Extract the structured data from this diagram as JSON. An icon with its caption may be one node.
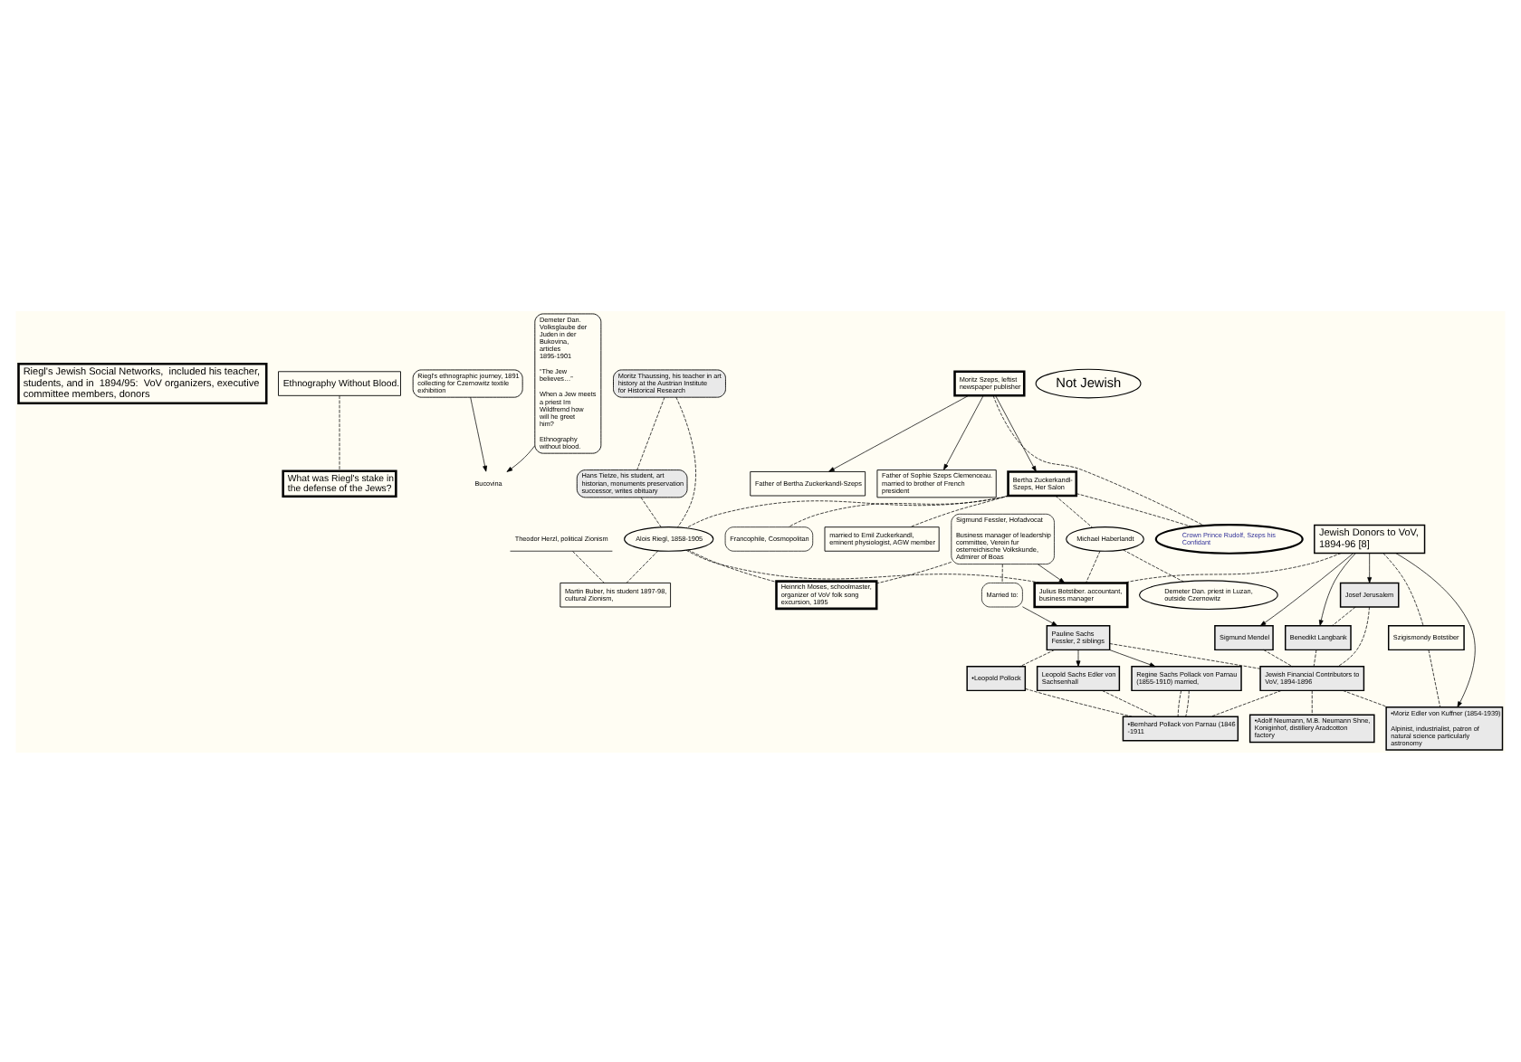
{
  "diagram": {
    "nodes": [
      {
        "text": [
          "Riegl's Jewish Social Networks,  included his teacher, students, and in  1894/95:  VoV organizers, executive committee members, donors"
        ]
      },
      {
        "text": [
          "What was Riegl's stake in the defense of the Jews?"
        ]
      },
      {
        "text": [
          "Ethnography Without Blood."
        ]
      },
      {
        "text": [
          "Riegl's ethnographic journey, 1891 collecting for Czernowitz textile exhibition"
        ]
      },
      {
        "text": [
          "Bucovina"
        ]
      },
      {
        "text": [
          "Demeter Dan. Volksglaube der Juden in der Bukovina, articles 1895-1901",
          "“The Jew believes…”",
          "When a Jew meets a priest Im Wildfremd how will he greet him?",
          "Ethnography without blood."
        ]
      },
      {
        "text": [
          "Theodor Herzl, political Zionism"
        ]
      },
      {
        "text": [
          "Moritz Thaussing, his teacher in art history at the Austrian Institute for Historical Research"
        ]
      },
      {
        "text": [
          "Hans Tietze, his student, art historian, monuments preservation successor, writes obituary"
        ]
      },
      {
        "text": [
          "Alois Riegl, 1858-1905"
        ]
      },
      {
        "text": [
          "Martin Buber, his student 1897-98, cultural Zionism,"
        ]
      },
      {
        "text": [
          "Michael Haberlandt"
        ]
      },
      {
        "text": [
          "Demeter Dan. priest in Luzan, outside Czernowitz"
        ]
      },
      {
        "text": [
          "Moritz Szeps, leftist newspaper publisher"
        ]
      },
      {
        "text": [
          "Crown Prince Rudolf, Szeps his Confidant"
        ]
      },
      {
        "text": [
          "Father of Bertha Zuckerkandl-Szeps"
        ]
      },
      {
        "text": [
          "Father of Sophie Szeps Clemenceau. married to brother of French president"
        ]
      },
      {
        "text": [
          "Bertha Zuckerkandl-Szeps, Her Salon"
        ]
      },
      {
        "text": [
          "married to Emil Zuckerkandl, eminent physiologist, AGW member"
        ]
      },
      {
        "text": [
          "Francophile, Cosmopolitan"
        ]
      },
      {
        "text": [
          "Sigmund Fessler, Hofadvocat",
          "Business manager of leadership committee, Verein fur osterreichische Volkskunde, Admirer of Boas"
        ]
      },
      {
        "text": [
          "Heinrich Moses, schoolmaster, organizer of VoV folk song excursion, 1895"
        ]
      },
      {
        "text": [
          "Julius Botstiber. accountant, business manager"
        ]
      },
      {
        "text": [
          "Married to:"
        ]
      },
      {
        "text": [
          "Jewish Donors to VoV, 1894-96 [8]"
        ]
      },
      {
        "text": [
          "Sigmund Mendel"
        ]
      },
      {
        "text": [
          "Josef Jerusalem"
        ]
      },
      {
        "text": [
          "Benedikt Langbank"
        ]
      },
      {
        "text": [
          "Jewish Financial Contributors to VoV, 1894-1896"
        ]
      },
      {
        "text": [
          "Szigismondy Botstiber"
        ]
      },
      {
        "text": [
          "•Moriz Edler von Kuffner (1854-1939)",
          "Alpinist, industrialist, patron of natural science particularly astronomy"
        ]
      },
      {
        "text": [
          "•Adolf Neumann, M.B. Neumann Shne, Koniginhof, distillery Aradcotton factory"
        ]
      },
      {
        "text": [
          "Pauline Sachs Fessler, 2 siblings"
        ]
      },
      {
        "text": [
          "Leopold Sachs Edler von Sachsenhall"
        ]
      },
      {
        "text": [
          "Regine Sachs Pollack von Parnau (1855-1910) married,"
        ]
      },
      {
        "text": [
          "•Leopold Pollock"
        ]
      },
      {
        "text": [
          "•Bernhard Pollack von Parnau (1846 -1911"
        ]
      },
      {
        "text": [
          "Not Jewish"
        ]
      }
    ],
    "edges": [
      {
        "from": 2,
        "to": 1,
        "arrow": "none",
        "style": "dashed"
      },
      {
        "from": 3,
        "to": 4,
        "arrow": "to"
      },
      {
        "from": 5,
        "to": 4,
        "arrow": "to"
      },
      {
        "from": 6,
        "to": 10,
        "arrow": "none",
        "style": "dashed"
      },
      {
        "from": 7,
        "to": 8,
        "arrow": "none",
        "style": "dashed"
      },
      {
        "from": 7,
        "to": 9,
        "arrow": "none",
        "style": "dashed"
      },
      {
        "from": 8,
        "to": 9,
        "arrow": "none",
        "style": "dashed"
      },
      {
        "from": 17,
        "to": 9,
        "arrow": "none",
        "style": "dashed"
      },
      {
        "from": 9,
        "to": 10,
        "arrow": "none",
        "style": "dashed"
      },
      {
        "from": 9,
        "to": 21,
        "arrow": "none",
        "style": "dashed"
      },
      {
        "from": 9,
        "to": 22,
        "arrow": "none",
        "style": "dashed"
      },
      {
        "from": 17,
        "to": 11,
        "arrow": "none",
        "style": "dashed"
      },
      {
        "from": 11,
        "to": 22,
        "arrow": "none",
        "style": "dashed"
      },
      {
        "from": 11,
        "to": 12,
        "arrow": "none",
        "style": "dashed"
      },
      {
        "from": 13,
        "to": 14,
        "arrow": "none",
        "style": "dashed"
      },
      {
        "from": 13,
        "to": 15,
        "arrow": "to"
      },
      {
        "from": 13,
        "to": 16,
        "arrow": "to"
      },
      {
        "from": 13,
        "to": 17,
        "arrow": "to"
      },
      {
        "from": 17,
        "to": 14,
        "arrow": "none",
        "style": "dashed"
      },
      {
        "from": 17,
        "to": 18,
        "arrow": "none",
        "style": "dashed"
      },
      {
        "from": 17,
        "to": 19,
        "arrow": "none",
        "style": "dashed"
      },
      {
        "from": 20,
        "to": 21,
        "arrow": "none",
        "style": "dashed"
      },
      {
        "from": 20,
        "to": 22,
        "arrow": "to"
      },
      {
        "from": 20,
        "to": 23,
        "arrow": "none",
        "style": "dashed"
      },
      {
        "from": 23,
        "to": 32,
        "arrow": "to"
      },
      {
        "from": 24,
        "to": 22,
        "arrow": "none",
        "style": "dashed"
      },
      {
        "from": 24,
        "to": 25,
        "arrow": "to"
      },
      {
        "from": 24,
        "to": 26,
        "arrow": "to"
      },
      {
        "from": 24,
        "to": 27,
        "arrow": "to"
      },
      {
        "from": 24,
        "to": 30,
        "arrow": "to"
      },
      {
        "from": 24,
        "to": 29,
        "arrow": "none",
        "style": "dashed"
      },
      {
        "from": 29,
        "to": 30,
        "arrow": "none",
        "style": "dashed"
      },
      {
        "from": 25,
        "to": 28,
        "arrow": "none",
        "style": "dashed"
      },
      {
        "from": 26,
        "to": 28,
        "arrow": "none",
        "style": "dashed"
      },
      {
        "from": 26,
        "to": 27,
        "arrow": "none",
        "style": "dashed"
      },
      {
        "from": 27,
        "to": 28,
        "arrow": "none",
        "style": "dashed"
      },
      {
        "from": 28,
        "to": 30,
        "arrow": "none",
        "style": "dashed"
      },
      {
        "from": 28,
        "to": 31,
        "arrow": "none",
        "style": "dashed"
      },
      {
        "from": 28,
        "to": 36,
        "arrow": "none",
        "style": "dashed"
      },
      {
        "from": 32,
        "to": 28,
        "arrow": "none",
        "style": "dashed"
      },
      {
        "from": 32,
        "to": 33,
        "arrow": "to"
      },
      {
        "from": 32,
        "to": 34,
        "arrow": "to"
      },
      {
        "from": 32,
        "to": 35,
        "arrow": "none",
        "style": "dashed"
      },
      {
        "from": 33,
        "to": 36,
        "arrow": "none",
        "style": "dashed"
      },
      {
        "from": 34,
        "to": 36,
        "arrow": "none",
        "style": "dashed"
      },
      {
        "from": 34,
        "to": 36,
        "arrow": "none",
        "style": "dashed"
      },
      {
        "from": 35,
        "to": 36,
        "arrow": "none",
        "style": "dashed"
      }
    ]
  }
}
